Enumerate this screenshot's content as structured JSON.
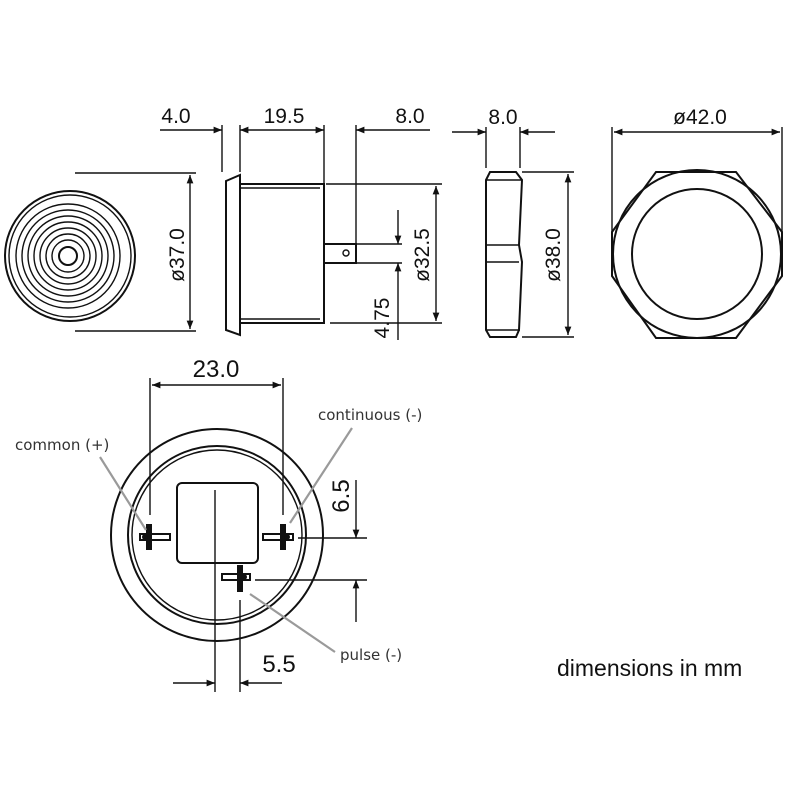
{
  "title": "Buzzer dimensional drawing",
  "dimensions": {
    "flange_thickness": "4.0",
    "body_length": "19.5",
    "terminal_length": "8.0",
    "nut_thickness": "8.0",
    "nut_across_corners": "ø42.0",
    "face_diameter": "ø37.0",
    "body_diameter": "ø32.5",
    "terminal_offset": "4.75",
    "nut_diameter": "ø38.0",
    "terminal_spacing": "23.0",
    "pulse_vertical_offset": "6.5",
    "pulse_horizontal_offset": "5.5"
  },
  "labels": {
    "common": "common (+)",
    "continuous": "continuous (-)",
    "pulse": "pulse (-)"
  },
  "note": "dimensions in mm"
}
